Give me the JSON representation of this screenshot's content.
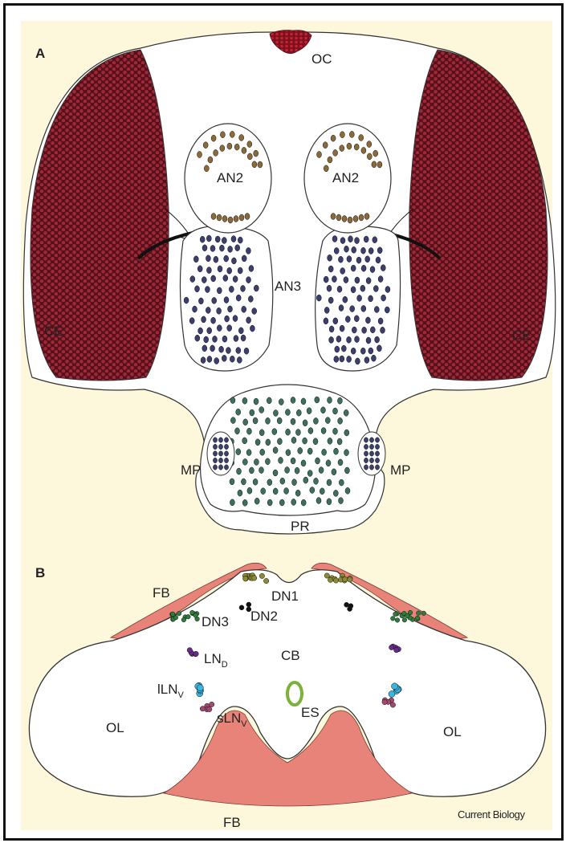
{
  "panel_a": {
    "letter": "A",
    "labels": {
      "oc": "OC",
      "an2_left": "AN2",
      "an2_right": "AN2",
      "an3": "AN3",
      "ce_left": "CE",
      "ce_right": "CE",
      "mp_left": "MP",
      "mp_right": "MP",
      "pr": "PR"
    }
  },
  "panel_b": {
    "letter": "B",
    "labels": {
      "fb_top": "FB",
      "dn1": "DN1",
      "dn2": "DN2",
      "dn3": "DN3",
      "cb": "CB",
      "ln_d_main": "LN",
      "ln_d_sub": "D",
      "ln_v_main": "lLN",
      "ln_v_sub": "V",
      "sln_v_main": "sLN",
      "sln_v_sub": "V",
      "es": "ES",
      "ol_left": "OL",
      "ol_right": "OL",
      "fb_bottom": "FB"
    }
  },
  "credit": "Current Biology",
  "colors": {
    "background": "#fdf8dc",
    "compound_eye": "#7a1e2c",
    "ocelli": "#a11a24",
    "an2_cells": "#8a6a3a",
    "an3_cells": "#3c3f6e",
    "pr_cells": "#3e6e5e",
    "fan_body": "#e8837a",
    "dn1_cells": "#8d8a36",
    "dn3_cells": "#2e7d3a",
    "ln_d_cells": "#6a2a8a",
    "ln_v_cells": "#3db4e0",
    "sln_v_cells": "#a04a70",
    "es_ring": "#7bb33a"
  }
}
